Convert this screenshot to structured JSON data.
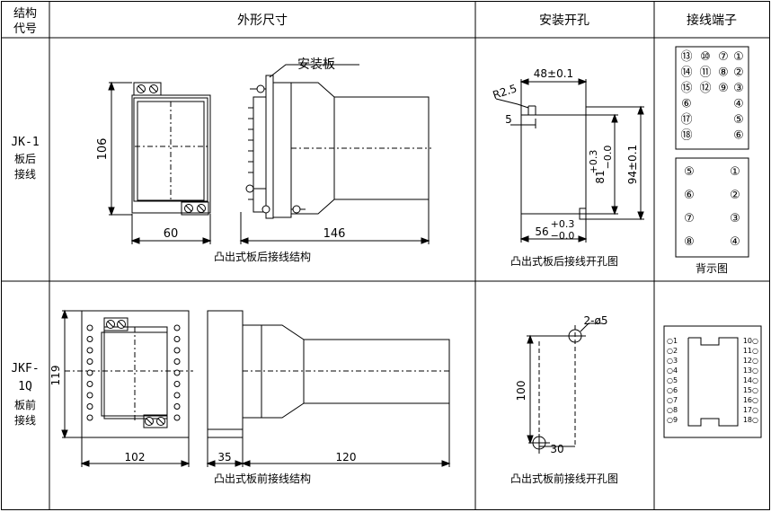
{
  "headers": {
    "code": [
      "结构",
      "代号"
    ],
    "outline": "外形尺寸",
    "cutout": "安装开孔",
    "terminal": "接线端子"
  },
  "row1": {
    "code_lines": [
      "JK-1",
      "板后",
      "接线"
    ],
    "caption_outline": "凸出式板后接线结构",
    "panel_label": "安装板",
    "dim_height": "106",
    "dim_width": "60",
    "dim_length": "146",
    "caption_cutout": "凸出式板后接线开孔图",
    "cut_top": "48±0.1",
    "cut_radius": "R2.5",
    "cut_five": "5",
    "cut_81_plus": "+0.3",
    "cut_81_main": "81",
    "cut_81_minus": "−0.0",
    "cut_94": "94±0.1",
    "cut_56_main": "56",
    "cut_56_plus": "+0.3",
    "cut_56_minus": "−0.0",
    "terminals_front": [
      [
        "⑬",
        "⑩",
        "⑦",
        "①"
      ],
      [
        "⑭",
        "⑪",
        "⑧",
        "②"
      ],
      [
        "⑮",
        "⑫",
        "⑨",
        "③"
      ],
      [
        "⑥",
        "",
        "",
        "④"
      ],
      [
        "⑰",
        "",
        "",
        "⑤"
      ],
      [
        "⑱",
        "",
        "",
        "⑥"
      ]
    ],
    "terminals_back": [
      [
        "⑤",
        "①"
      ],
      [
        "⑥",
        "②"
      ],
      [
        "⑦",
        "③"
      ],
      [
        "⑧",
        "④"
      ]
    ],
    "back_caption": "背示图"
  },
  "row2": {
    "code_lines": [
      "JKF-",
      "1Q",
      "板前",
      "接线"
    ],
    "dim_height": "119",
    "dim_width": "102",
    "dim_depth1": "35",
    "dim_depth2": "120",
    "caption_outline": "凸出式板前接线结构",
    "hole_label": "2-ø5",
    "dim_100": "100",
    "dim_30": "30",
    "caption_cutout": "凸出式板前接线开孔图",
    "terminal_left": [
      "○1",
      "○2",
      "○3",
      "○4",
      "○5",
      "○6",
      "○7",
      "○8",
      "○9"
    ],
    "terminal_right": [
      "10○",
      "11○",
      "12○",
      "13○",
      "14○",
      "15○",
      "16○",
      "17○",
      "18○"
    ]
  }
}
